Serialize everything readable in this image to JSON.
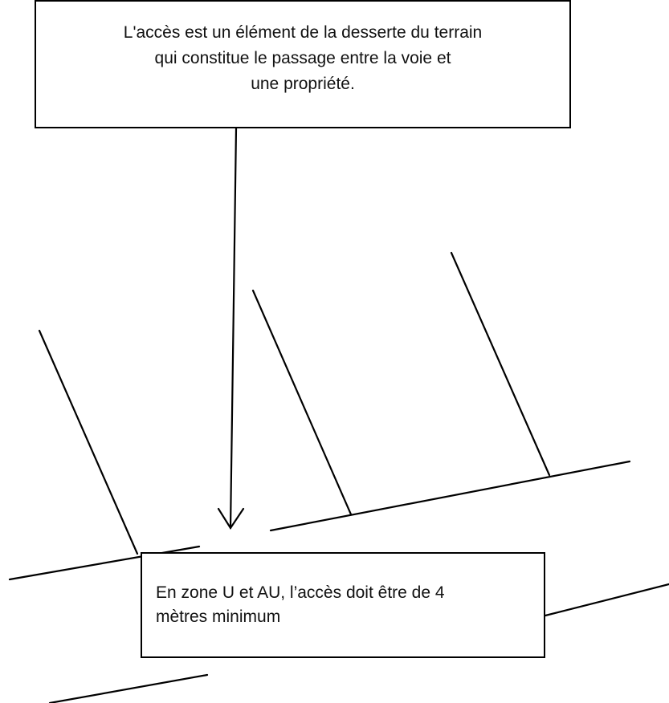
{
  "definition_note": {
    "lines": [
      "L'accès est un élément de la desserte du terrain",
      "qui constitue le passage entre la voie et",
      "une propriété."
    ]
  },
  "rule_note": {
    "lines": [
      "En zone U et AU, l’accès doit être de 4",
      "mètres minimum"
    ]
  },
  "colors": {
    "stroke": "#000000",
    "background": "#ffffff"
  }
}
